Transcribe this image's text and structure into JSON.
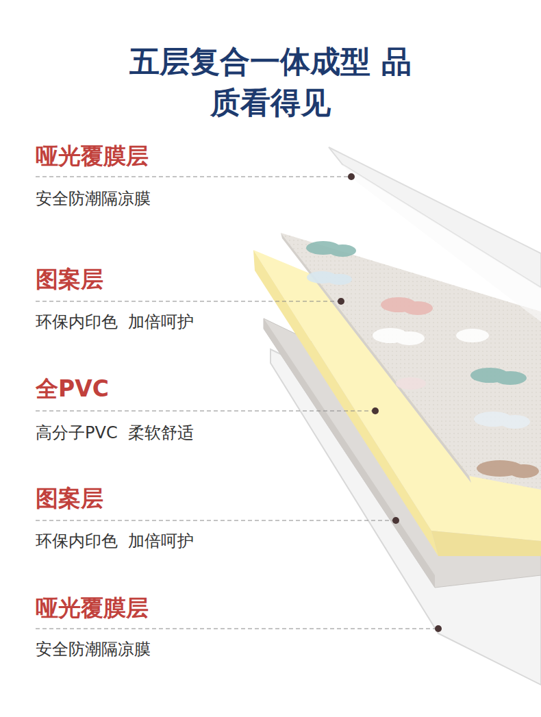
{
  "diagram": {
    "title": "五层复合一体成型 品质看得见",
    "labels": [
      "哑光覆膜层",
      "安全防潮隔凉膜",
      "图案层",
      "环保内印色  加倍呵护",
      "全PVC",
      "高分子PVC  柔软舒适",
      "图案层",
      "环保内印色  加倍呵护",
      "哑光覆膜层",
      "安全防潮隔凉膜"
    ]
  }
}
